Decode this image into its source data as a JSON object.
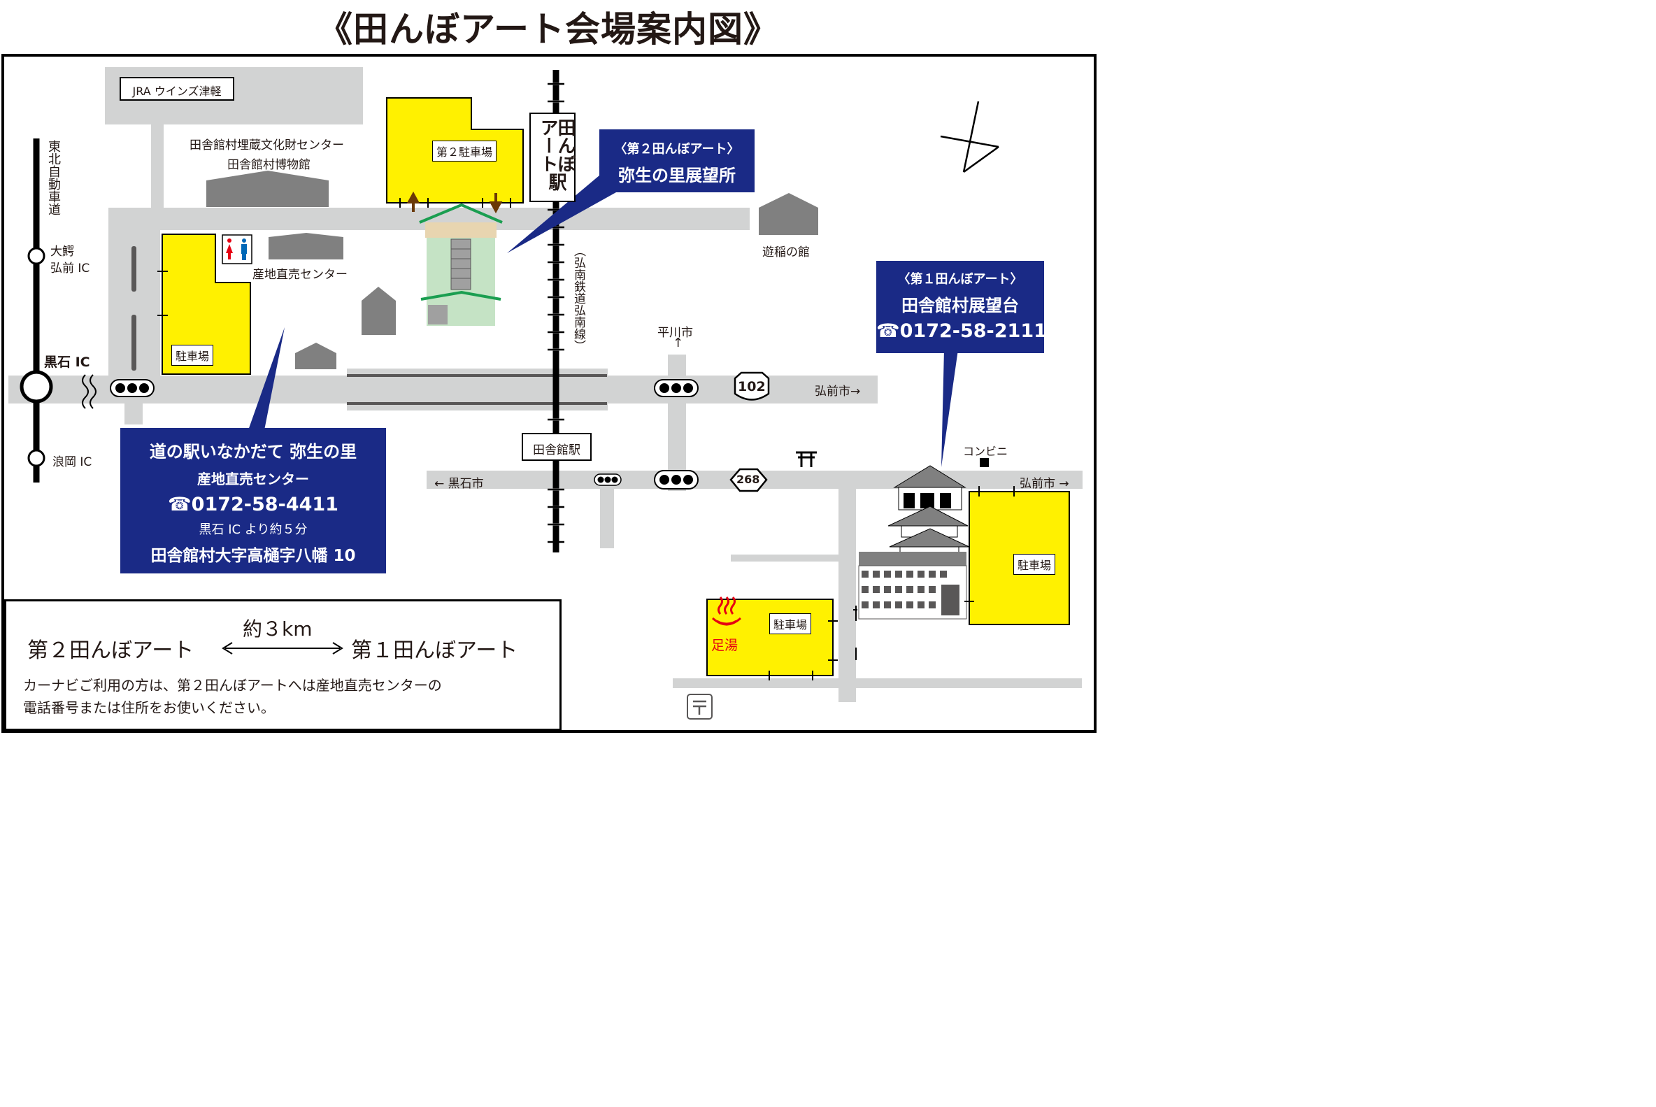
{
  "title": "《田んぼアート会場案内図》",
  "labels": {
    "jra": "JRA ウインズ津軽",
    "maizou": "田舎館村埋蔵文化財センター",
    "hakubutsukan": "田舎館村博物館",
    "parking2": "第２駐車場",
    "station_tanbo": "田んぼアート駅",
    "station_tanbo_col1": "田んぼ",
    "station_tanbo_col2": "アート",
    "station_tanbo_col3": "駅",
    "railway": "（弘南鉄道弘南線）",
    "yuto": "遊稲の館",
    "sanchi": "産地直売センター",
    "parking": "駐車場",
    "hirakawa": "平川市",
    "hirakawa_arrow": "↑",
    "route102": "102",
    "route268": "268",
    "hirosaki1": "弘前市→",
    "hirosaki2": "弘前市 →",
    "kuroishi_city": "← 黒石市",
    "inakadate_station": "田舎館駅",
    "konbini": "コンビニ",
    "ashiyu": "足湯",
    "highway_name": "東北自動車道",
    "ic_owani_1": "大鰐",
    "ic_owani_2": "弘前 IC",
    "ic_kuroishi": "黒石 IC",
    "ic_namioka": "浪岡 IC"
  },
  "callouts": {
    "yayoi_view": {
      "line1": "〈第２田んぼアート〉",
      "line2": "弥生の里展望所"
    },
    "village_view": {
      "line1": "〈第１田んぼアート〉",
      "line2": "田舎館村展望台",
      "tel": "☎0172-58-2111"
    },
    "michinoeki": {
      "line1": "道の駅いなかだて 弥生の里",
      "line2": "産地直売センター",
      "tel": "☎0172-58-4411",
      "line3": "黒石 IC より約５分",
      "line4": "田舎館村大字高樋字八幡 10"
    }
  },
  "legend": {
    "distance": "約３km",
    "from": "第２田んぼアート",
    "arrow": "←——→",
    "to": "第１田んぼアート",
    "note1": "カーナビご利用の方は、第２田んぼアートへは産地直売センターの",
    "note2": "電話番号または住所をお使いください。"
  },
  "colors": {
    "road": "#d2d3d3",
    "parking": "#fff100",
    "callout_bg": "#1a2a86",
    "building": "#808080",
    "tower_green": "#c5e3c5",
    "ashiyu_red": "#e60012"
  }
}
